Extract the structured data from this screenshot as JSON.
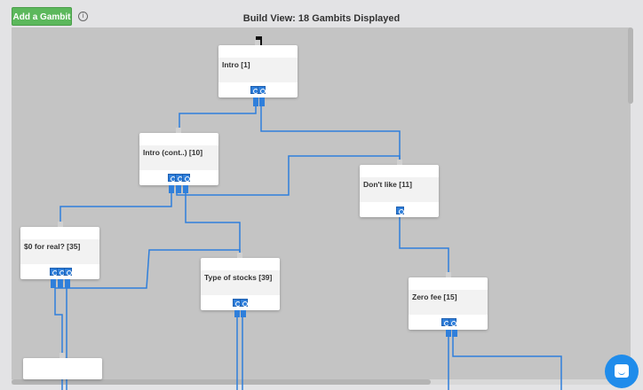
{
  "toolbar": {
    "add_label": "Add a Gambit",
    "info_glyph": "i"
  },
  "header": {
    "title": "Build View: 18 Gambits Displayed"
  },
  "gambits": [
    {
      "id": "intro",
      "label": "Intro [1]"
    },
    {
      "id": "intro-cont",
      "label": "Intro (cont..) [10]"
    },
    {
      "id": "dont-like",
      "label": "Don't like [11]"
    },
    {
      "id": "zero-for-real",
      "label": "$0 for real? [35]"
    },
    {
      "id": "type-of-stocks",
      "label": "Type of stocks [39]"
    },
    {
      "id": "zero-fee",
      "label": "Zero fee [15]"
    },
    {
      "id": "partial",
      "label": ""
    }
  ],
  "icons": {
    "info": "info-icon",
    "chat": "chat-icon",
    "port": "port-icon"
  },
  "colors": {
    "accent": "#2f7fdb",
    "add_button": "#5cb85c",
    "chat": "#1f8ceb",
    "canvas": "#c4c4c4"
  }
}
